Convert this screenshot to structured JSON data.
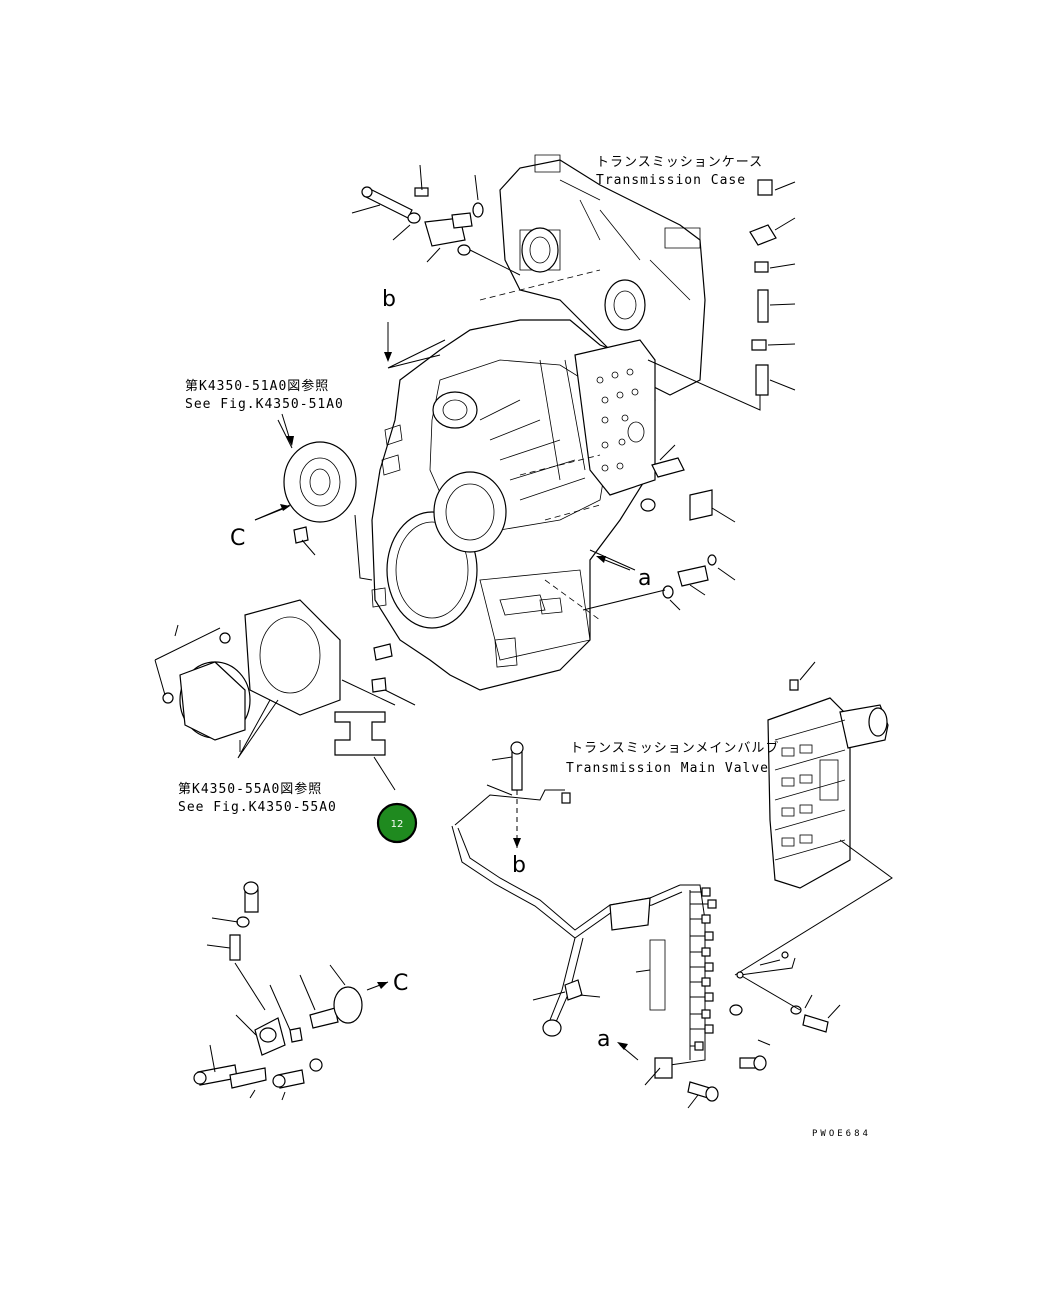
{
  "labels": {
    "transmission_case_jp": "トランスミッションケース",
    "transmission_case_en": "Transmission Case",
    "fig51_jp": "第K4350-51A0図参照",
    "fig51_en": "See Fig.K4350-51A0",
    "fig55_jp": "第K4350-55A0図参照",
    "fig55_en": "See Fig.K4350-55A0",
    "main_valve_jp": "トランスミッションメインバルブ",
    "main_valve_en": "Transmission Main Valve",
    "view_b_top": "b",
    "view_b_lower": "b",
    "view_c_left": "C",
    "view_c_lower": "C",
    "view_a_right": "a",
    "view_a_lower": "a",
    "drawing_code": "PWOE684"
  },
  "badge": {
    "number": "12",
    "color": "#1f8a1f"
  }
}
